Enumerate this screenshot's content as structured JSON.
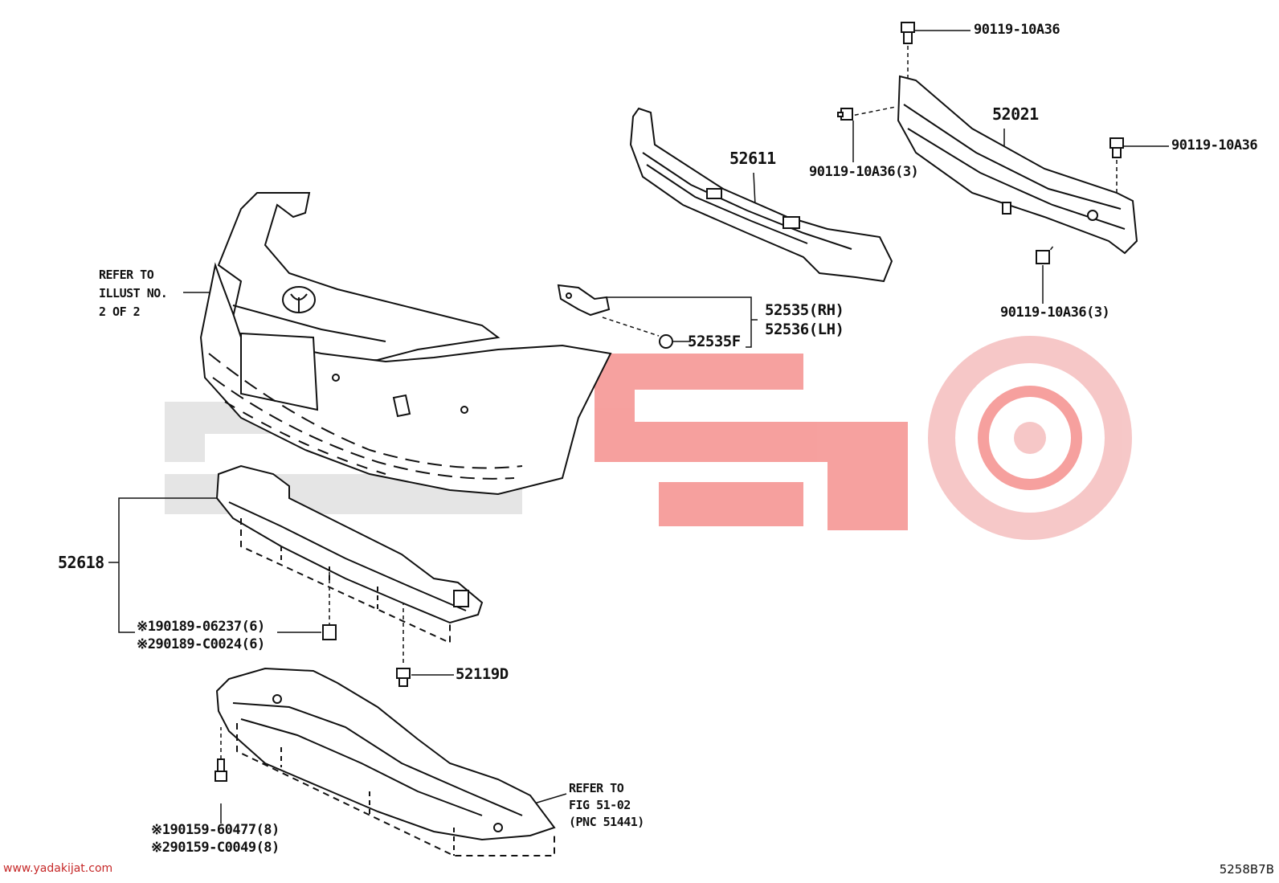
{
  "callouts": {
    "refer_illust": [
      "REFER TO",
      "ILLUST NO.",
      "2 OF 2"
    ],
    "p52611": "52611",
    "p52021": "52021",
    "bolt_top": "90119-10A36",
    "bolt_left": "90119-10A36(3)",
    "bolt_right": "90119-10A36",
    "bolt_bottom": "90119-10A36(3)",
    "p52535_rh": "52535(RH)",
    "p52536_lh": "52536(LH)",
    "p52535f": "52535F",
    "p52618": "52618",
    "clip_1": "※190189-06237(6)",
    "clip_2": "※290189-C0024(6)",
    "p52119d": "52119D",
    "screw_1": "※190159-60477(8)",
    "screw_2": "※290159-C0049(8)",
    "refer_fig": [
      "REFER TO",
      "FIG 51-02",
      "(PNC 51441)"
    ]
  },
  "footer": {
    "watermark_url": "www.yadakijat.com",
    "figure_code": "5258B7B"
  },
  "colors": {
    "watermark_red": "#e53935",
    "watermark_gray": "#cfcfcf",
    "line": "#111111"
  }
}
